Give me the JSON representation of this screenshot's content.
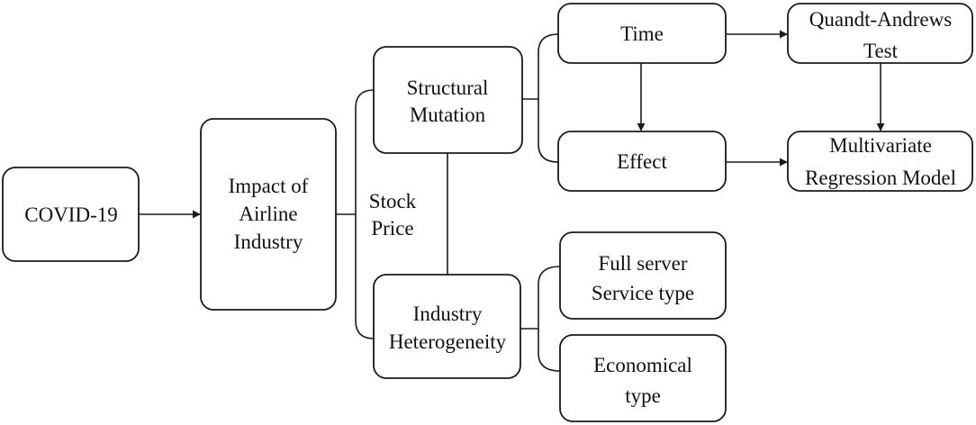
{
  "nodes": {
    "covid": {
      "label": "COVID-19"
    },
    "impact": {
      "line1": "Impact of",
      "line2": "Airline",
      "line3": "Industry"
    },
    "stock_price": {
      "line1": "Stock",
      "line2": "Price"
    },
    "structural": {
      "line1": "Structural",
      "line2": "Mutation"
    },
    "heterogeneity": {
      "line1": "Industry",
      "line2": "Heterogeneity"
    },
    "time": {
      "label": "Time"
    },
    "effect": {
      "label": "Effect"
    },
    "quandt": {
      "line1": "Quandt-Andrews",
      "line2": "Test"
    },
    "multivariate": {
      "line1": "Multivariate",
      "line2": "Regression Model"
    },
    "full_service": {
      "line1": "Full server",
      "line2": "Service type"
    },
    "economical": {
      "line1": "Economical",
      "line2": "type"
    }
  }
}
